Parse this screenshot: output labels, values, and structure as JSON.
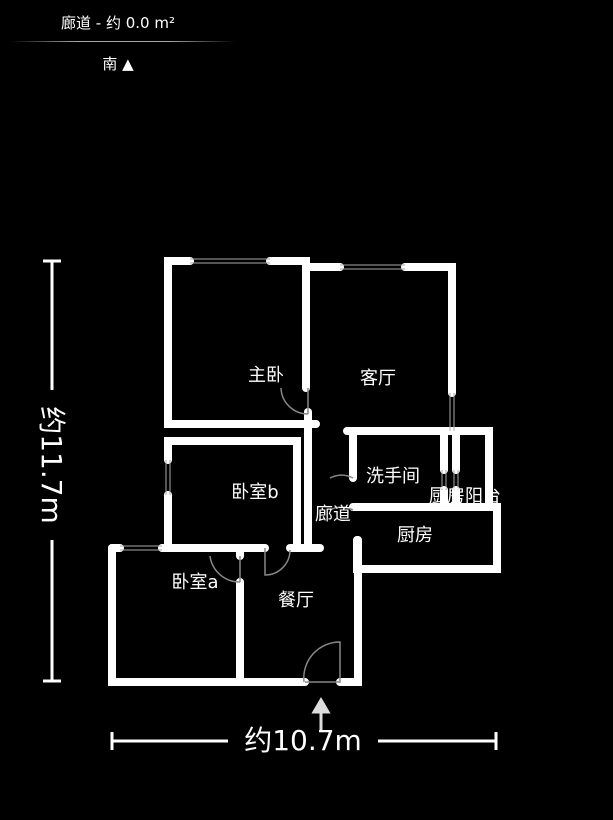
{
  "header": {
    "title": "廊道 - 约 0.0 m²",
    "compass": "南 ▲"
  },
  "rooms": {
    "master_bedroom": "主卧",
    "living_room": "客厅",
    "bathroom": "洗手间",
    "kitchen_balcony": "厨房阳台",
    "bedroom_b": "卧室b",
    "corridor": "廊道",
    "kitchen": "厨房",
    "bedroom_a": "卧室a",
    "dining_room": "餐厅"
  },
  "dimensions": {
    "height": "约11.7m",
    "width": "约10.7m"
  },
  "colors": {
    "background": "#000000",
    "wall": "#ffffff",
    "window": "#aaaaaa",
    "door": "#888888"
  },
  "icons": {
    "entrance": "arrow-up-icon"
  }
}
